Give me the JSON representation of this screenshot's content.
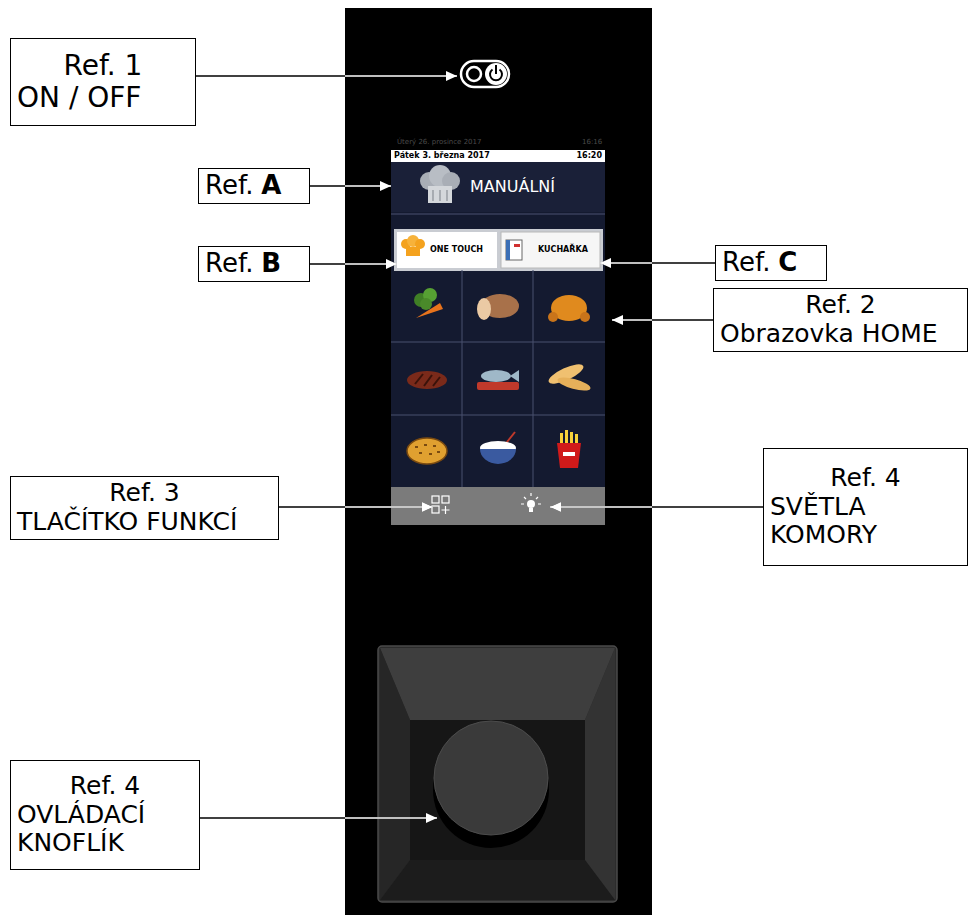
{
  "diagram": {
    "nodes": [
      {
        "text": [
          "Ref. 1",
          "ON / OFF"
        ]
      },
      {
        "text": [
          "Pátek 3. března 2017",
          "16:20"
        ]
      },
      {
        "text": [
          "Ref.",
          "A"
        ]
      },
      {
        "text": [
          "MANUÁLNÍ"
        ]
      },
      {
        "text": [
          "Ref.",
          "B"
        ]
      },
      {
        "text": [
          "ONE TOUCH"
        ]
      },
      {
        "text": [
          "KUCHAŘKA"
        ]
      },
      {
        "text": [
          "Ref.",
          "C"
        ]
      },
      {
        "text": [
          "Ref. 2",
          "Obrazovka HOME"
        ]
      },
      {
        "text": [
          "Ref. 3",
          "TLAČÍTKO FUNKCÍ"
        ]
      },
      {
        "text": [
          "Ref. 4",
          "SVĚTLA KOMORY"
        ]
      },
      {
        "text": [
          "Ref. 4",
          "OVLÁDACÍ KNOFLÍK"
        ]
      }
    ],
    "edges": [
      {
        "from": 2,
        "to": 3,
        "arrow": "to"
      },
      {
        "from": 4,
        "to": 5,
        "arrow": "to"
      },
      {
        "from": 7,
        "to": 6,
        "arrow": "to"
      }
    ],
    "labels": [
      "Úterý 26. prosince 2017",
      "16:16"
    ]
  }
}
